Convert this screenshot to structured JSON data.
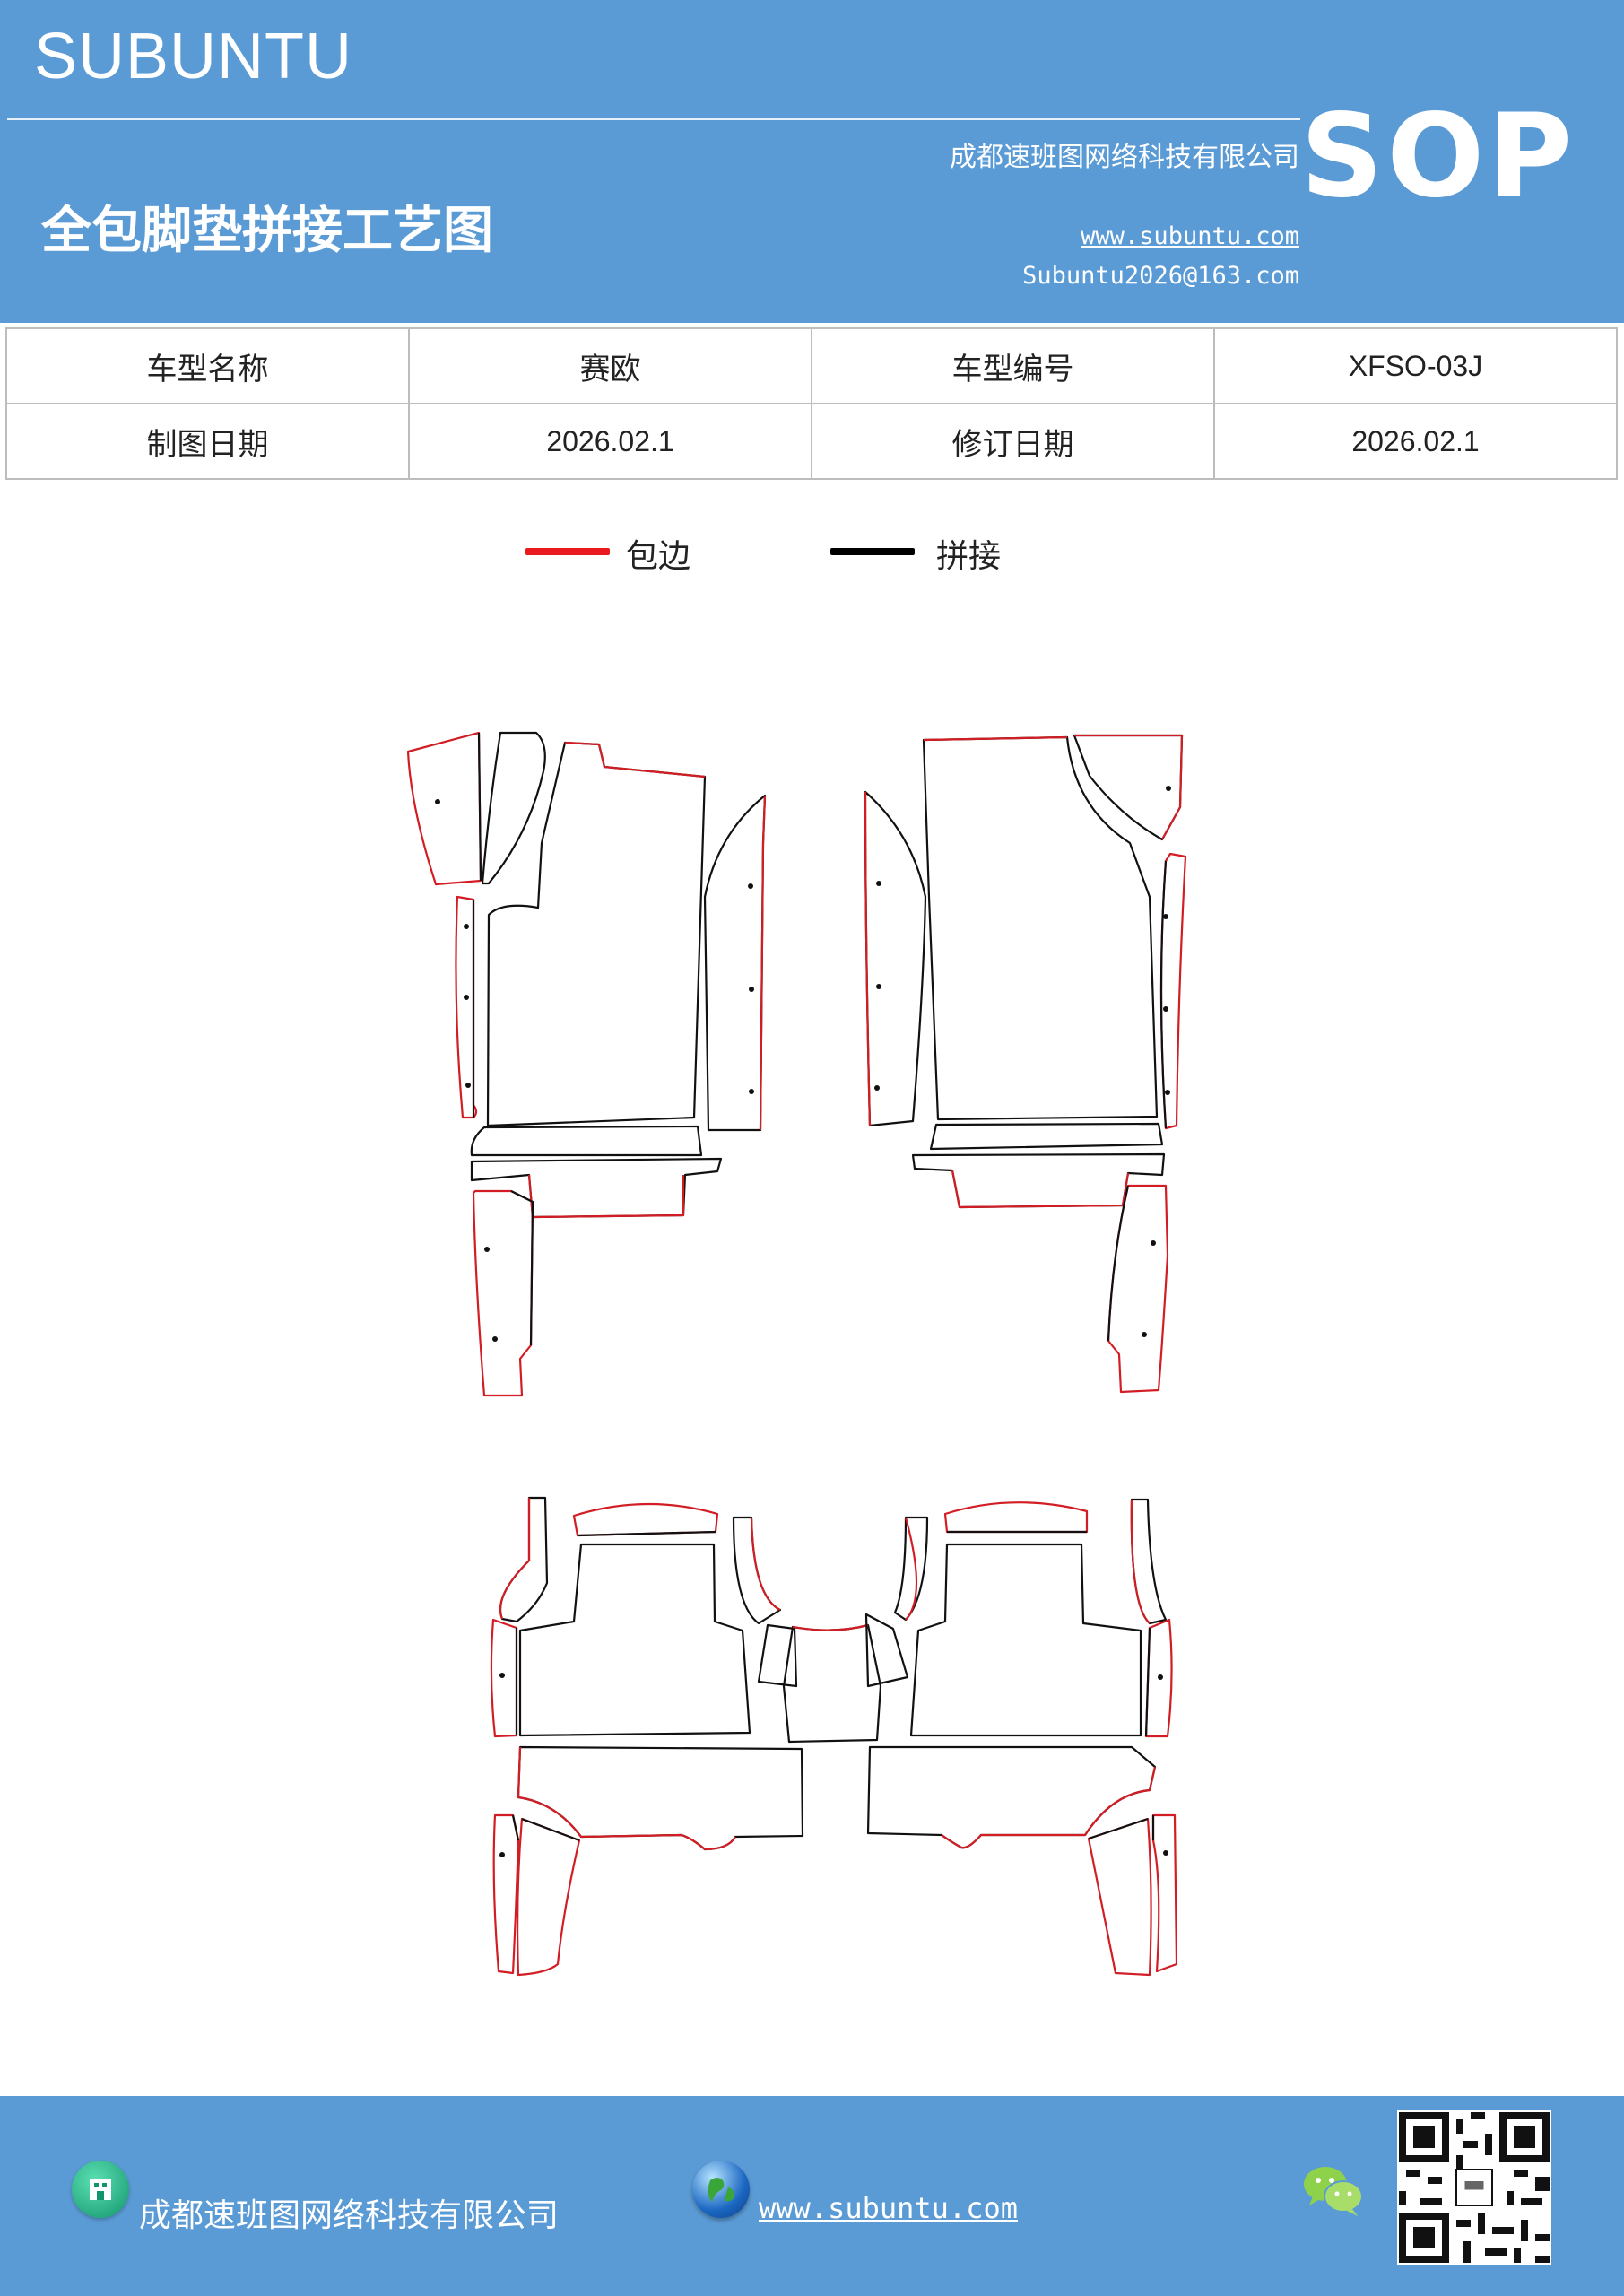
{
  "header": {
    "brand": "SUBUNTU",
    "company": "成都速班图网络科技有限公司",
    "title": "全包脚垫拼接工艺图",
    "website": "www.subuntu.com",
    "email": "Subuntu2026@163.com",
    "badge": "SOP"
  },
  "info_table": {
    "rows": [
      {
        "label1": "车型名称",
        "value1": "赛欧",
        "label2": "车型编号",
        "value2": "XFSO-03J"
      },
      {
        "label1": "制图日期",
        "value1": "2026.02.1",
        "label2": "修订日期",
        "value2": "2026.02.1"
      }
    ]
  },
  "legend": {
    "items": [
      {
        "label": "包边",
        "color": "#e8191f"
      },
      {
        "label": "拼接",
        "color": "#000000"
      }
    ]
  },
  "colors": {
    "header_bg": "#5b9bd5",
    "edge_red": "#d21d24",
    "seam_black": "#111111"
  },
  "footer": {
    "company": "成都速班图网络科技有限公司",
    "website": "www.subuntu.com ",
    "icons": [
      "building-icon",
      "globe-icon",
      "wechat-icon",
      "qr-code"
    ]
  }
}
